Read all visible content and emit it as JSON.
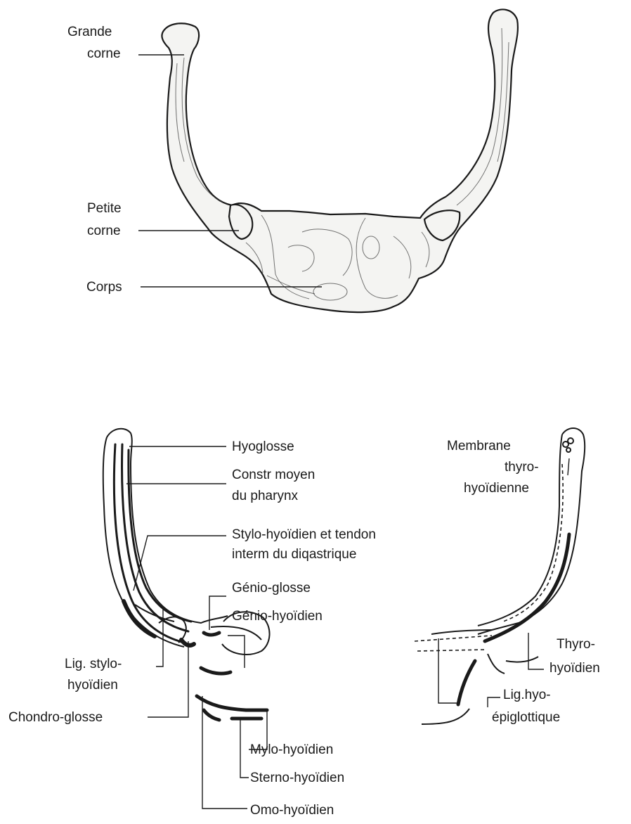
{
  "top_figure": {
    "labels": {
      "grande_corne_1": "Grande",
      "grande_corne_2": "corne",
      "petite_corne_1": "Petite",
      "petite_corne_2": "corne",
      "corps": "Corps"
    }
  },
  "bottom_left_figure": {
    "labels": {
      "hyoglosse": "Hyoglosse",
      "constr_1": "Constr  moyen",
      "constr_2": "du pharynx",
      "stylo_1": "Stylo-hyoïdien et tendon",
      "stylo_2": "interm  du diqastrique",
      "genio_glosse": "Génio-glosse",
      "genio_hyoidien": "Génio-hyoïdien",
      "lig_stylo_1": "Lig. stylo-",
      "lig_stylo_2": "hyoïdien",
      "chondro": "Chondro-glosse",
      "mylo": "Mylo-hyoïdien",
      "sterno": "Sterno-hyoïdien",
      "omo": "Omo-hyoïdien"
    }
  },
  "bottom_right_figure": {
    "labels": {
      "membrane_1": "Membrane",
      "membrane_2": "thyro-",
      "membrane_3": "hyoïdienne",
      "thyro_1": "Thyro-",
      "thyro_2": "hyoïdien",
      "lig_hyo_1": "Lig.hyo-",
      "lig_hyo_2": "épiglottique"
    }
  }
}
